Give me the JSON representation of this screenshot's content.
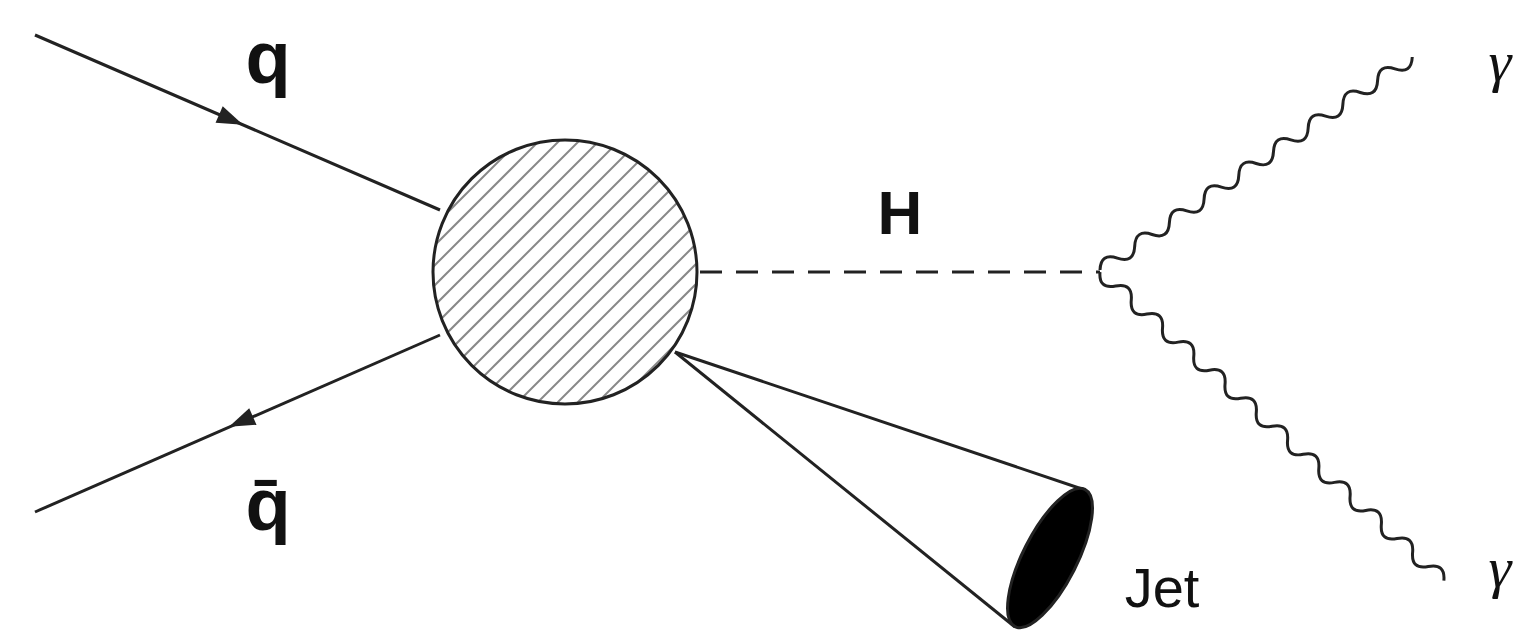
{
  "diagram": {
    "labels": [
      "q",
      "q̄",
      "H",
      "γ",
      "γ",
      "Jet"
    ]
  }
}
